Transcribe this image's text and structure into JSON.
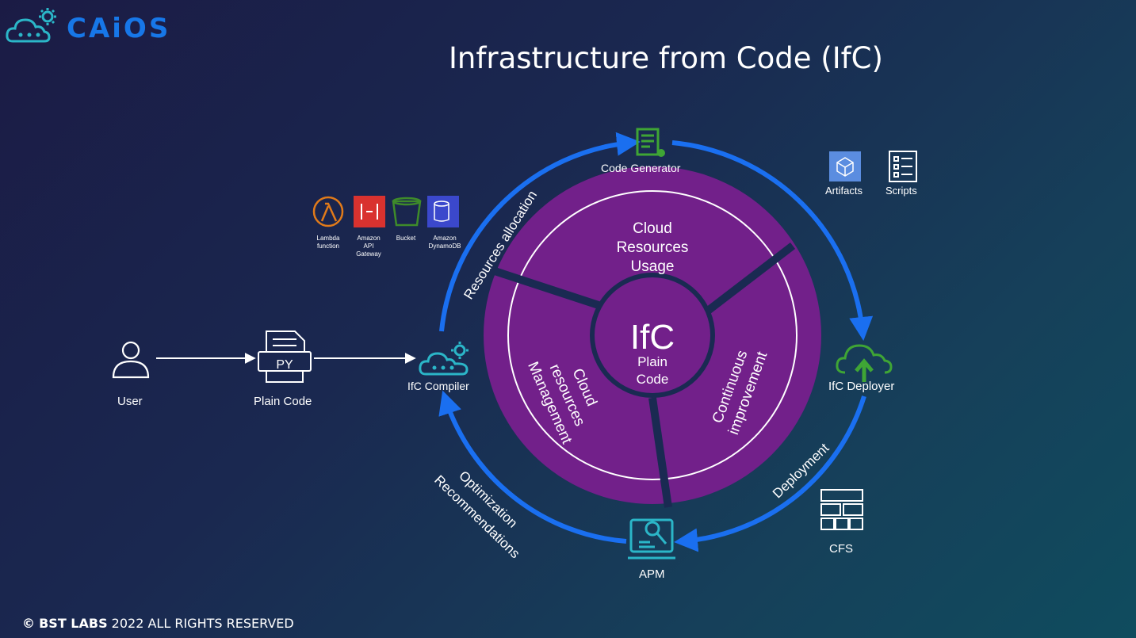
{
  "header": {
    "logo_text": "CAiOS",
    "title": "Infrastructure from Code (IfC)"
  },
  "footer": {
    "copyright_symbol": "©",
    "company": "BST LABS",
    "rest": " 2022 ALL RIGHTS RESERVED"
  },
  "nodes": {
    "user": "User",
    "plain_code": "Plain Code",
    "plain_code_file": "PY",
    "compiler": "IfC Compiler",
    "code_generator": "Code Generator",
    "deployer": "IfC Deployer",
    "apm": "APM",
    "artifacts": "Artifacts",
    "scripts": "Scripts",
    "cfs": "CFS"
  },
  "arc_labels": {
    "resources_allocation": "Resources allocation",
    "deployment": "Deployment",
    "optimization": "Optimization",
    "recommendations": "Recommendations"
  },
  "center": {
    "title": "IfC",
    "line1": "Plain",
    "line2": "Code"
  },
  "segments": {
    "top": [
      "Cloud",
      "Resources",
      "Usage"
    ],
    "left": [
      "Cloud",
      "resources",
      "Management"
    ],
    "right": [
      "Continuous",
      "improvement"
    ]
  },
  "aws_services": [
    {
      "lines": [
        "Lambda",
        "function"
      ],
      "color": "#e07a1a"
    },
    {
      "lines": [
        "Amazon",
        "API",
        "Gateway"
      ],
      "color": "#d9322f"
    },
    {
      "lines": [
        "Bucket"
      ],
      "color": "#3e8b2a"
    },
    {
      "lines": [
        "Amazon",
        "DynamoDB"
      ],
      "color": "#3b48cc"
    }
  ],
  "colors": {
    "accent_blue": "#1a6ff0",
    "ring_purple": "#72208a",
    "green_icon": "#3fa535",
    "teal_icon": "#2bb6c8"
  }
}
